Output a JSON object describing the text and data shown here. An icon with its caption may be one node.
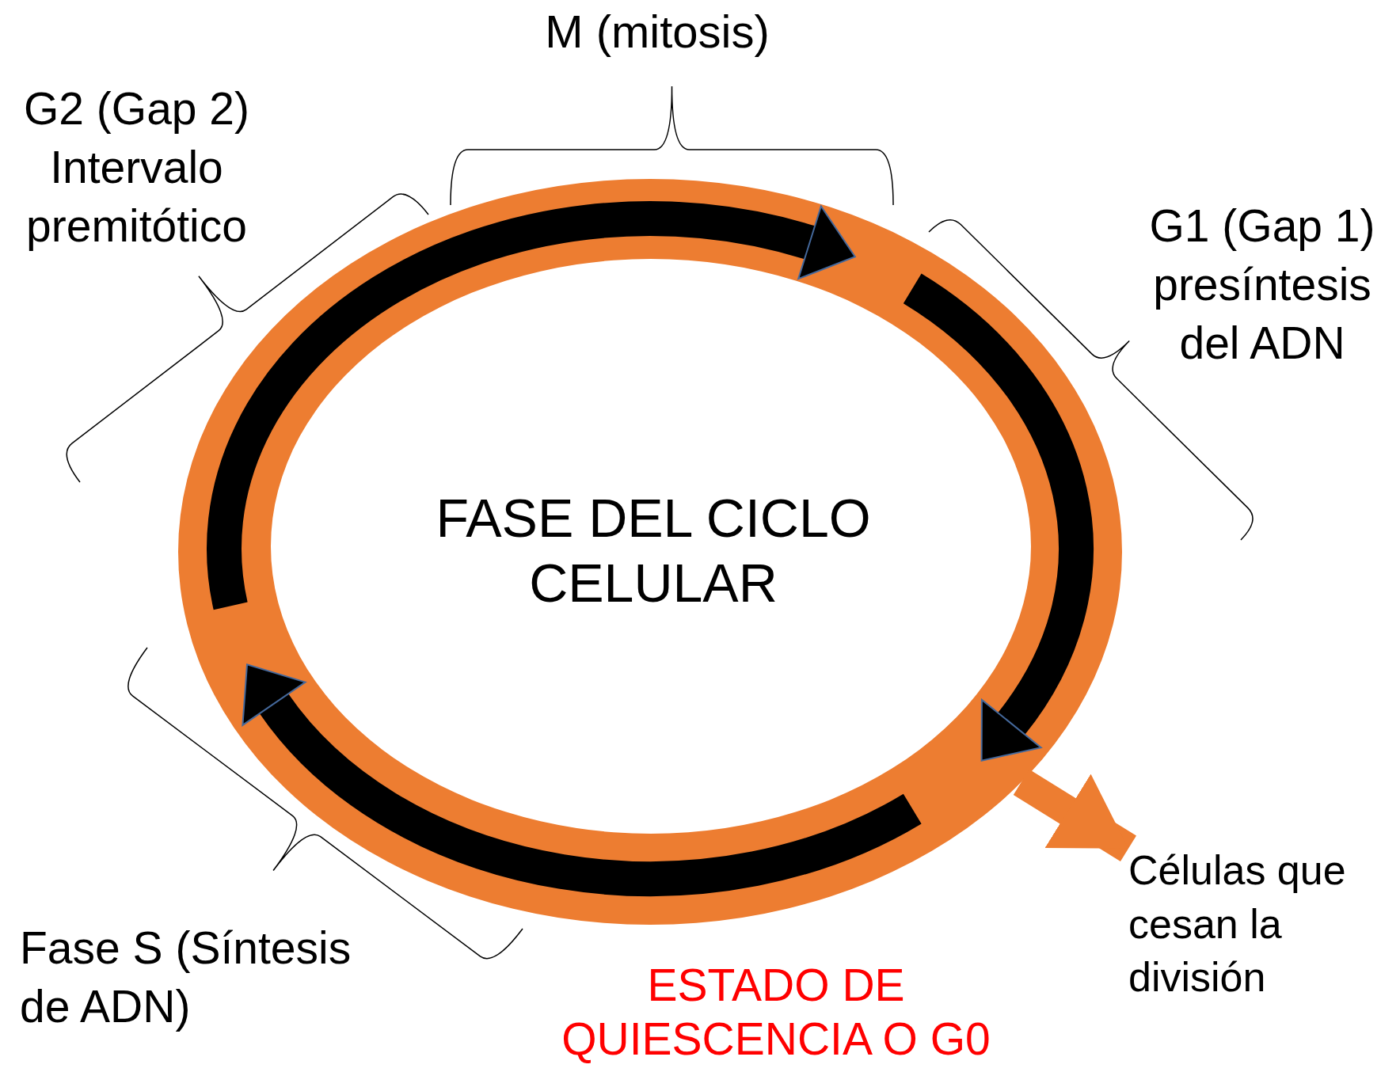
{
  "diagram": {
    "nodes": [
      {
        "text": [
          "FASE DEL CICLO CELULAR"
        ]
      },
      {
        "text": [
          "Células que cesan la división"
        ]
      }
    ],
    "edges": [
      {
        "from": 0,
        "to": 1,
        "arrow": "to"
      }
    ],
    "labels": [
      "M (mitosis)",
      "G2 (Gap 2) Intervalo premitótico",
      "G1 (Gap 1) presíntesis del ADN",
      "Fase S (Síntesis de ADN)",
      "ESTADO DE QUIESCENCIA O G0"
    ]
  }
}
